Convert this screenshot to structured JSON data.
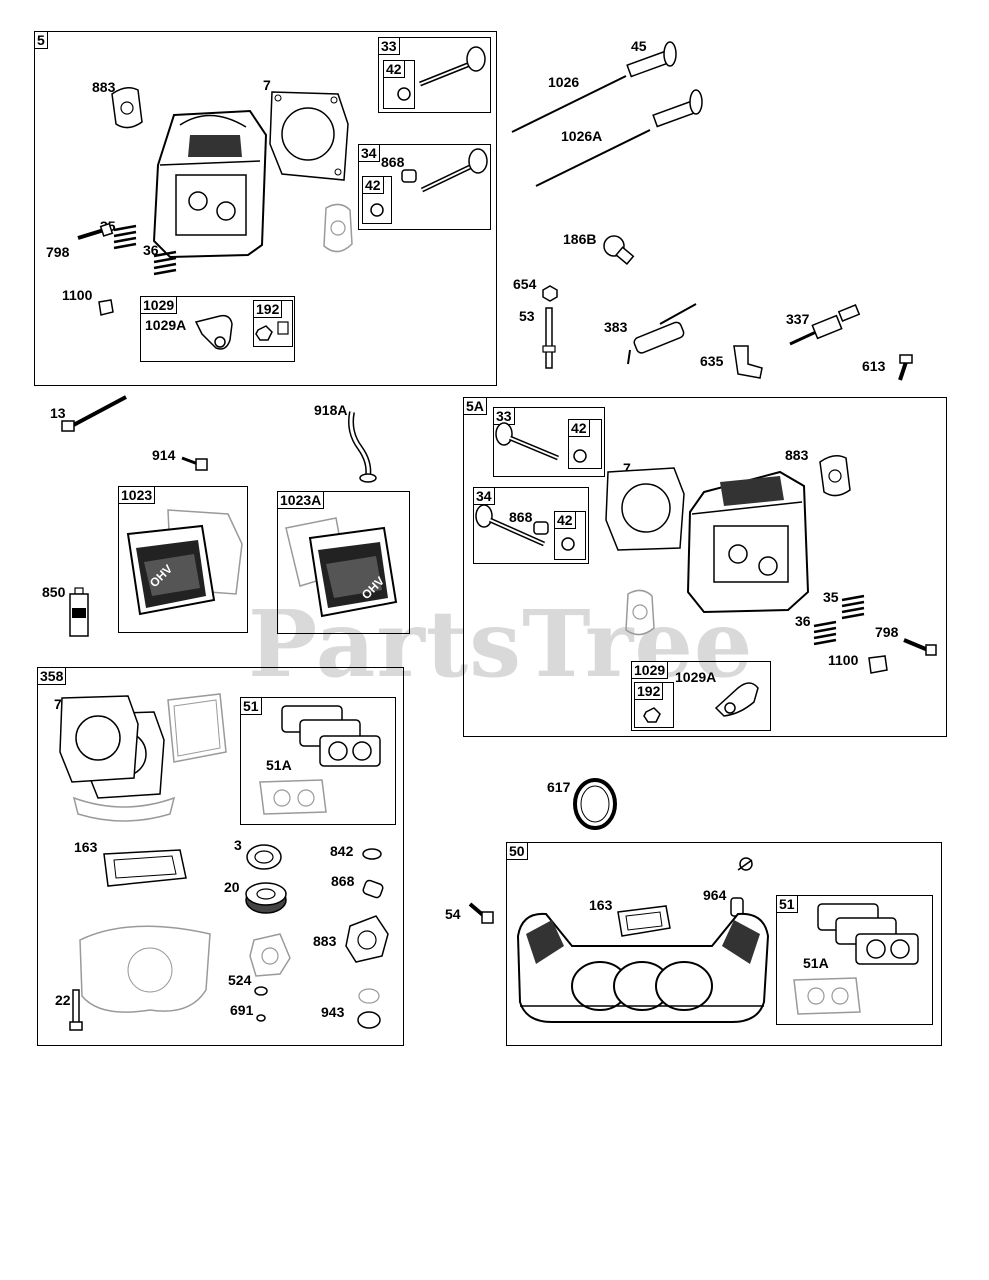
{
  "watermark": "PartsTree",
  "groups": {
    "g5": {
      "tag": "5",
      "sub33": {
        "tag": "33",
        "inner": "42"
      },
      "sub34": {
        "tag": "34",
        "inner": "42",
        "label": "868"
      },
      "sub1029": {
        "tag": "1029",
        "inner": "192",
        "label": "1029A"
      },
      "labels": {
        "p883": "883",
        "p7": "7",
        "p35": "35",
        "p798": "798",
        "p36": "36",
        "p1100": "1100"
      }
    },
    "loose_top": {
      "p45": "45",
      "p1026": "1026",
      "p1026a": "1026A",
      "p186b": "186B",
      "p654": "654",
      "p53": "53",
      "p383": "383",
      "p337": "337",
      "p635": "635",
      "p613": "613"
    },
    "loose_mid": {
      "p13": "13",
      "p914": "914",
      "p918a": "918A",
      "p850": "850"
    },
    "g1023": {
      "tag": "1023",
      "cover_text": "OHV"
    },
    "g1023a": {
      "tag": "1023A",
      "cover_text": "OHV"
    },
    "g5a": {
      "tag": "5A",
      "sub33": {
        "tag": "33",
        "inner": "42"
      },
      "sub34": {
        "tag": "34",
        "inner": "42",
        "label": "868"
      },
      "sub1029": {
        "tag": "1029",
        "inner": "192",
        "label": "1029A"
      },
      "labels": {
        "p7": "7",
        "p883": "883",
        "p35": "35",
        "p36": "36",
        "p798": "798",
        "p1100": "1100"
      }
    },
    "g358": {
      "tag": "358",
      "sub51": {
        "tag": "51",
        "label": "51A"
      },
      "labels": {
        "p7": "7",
        "p163": "163",
        "p3": "3",
        "p842": "842",
        "p20": "20",
        "p868": "868",
        "p883": "883",
        "p524": "524",
        "p22": "22",
        "p691": "691",
        "p943": "943"
      }
    },
    "p617": "617",
    "p54": "54",
    "g50": {
      "tag": "50",
      "sub51": {
        "tag": "51",
        "label": "51A"
      },
      "labels": {
        "p163": "163",
        "p964": "964"
      }
    }
  },
  "colors": {
    "line": "#000000",
    "gasket": "#9a9a9a",
    "watermark": "#d9d9d9"
  }
}
